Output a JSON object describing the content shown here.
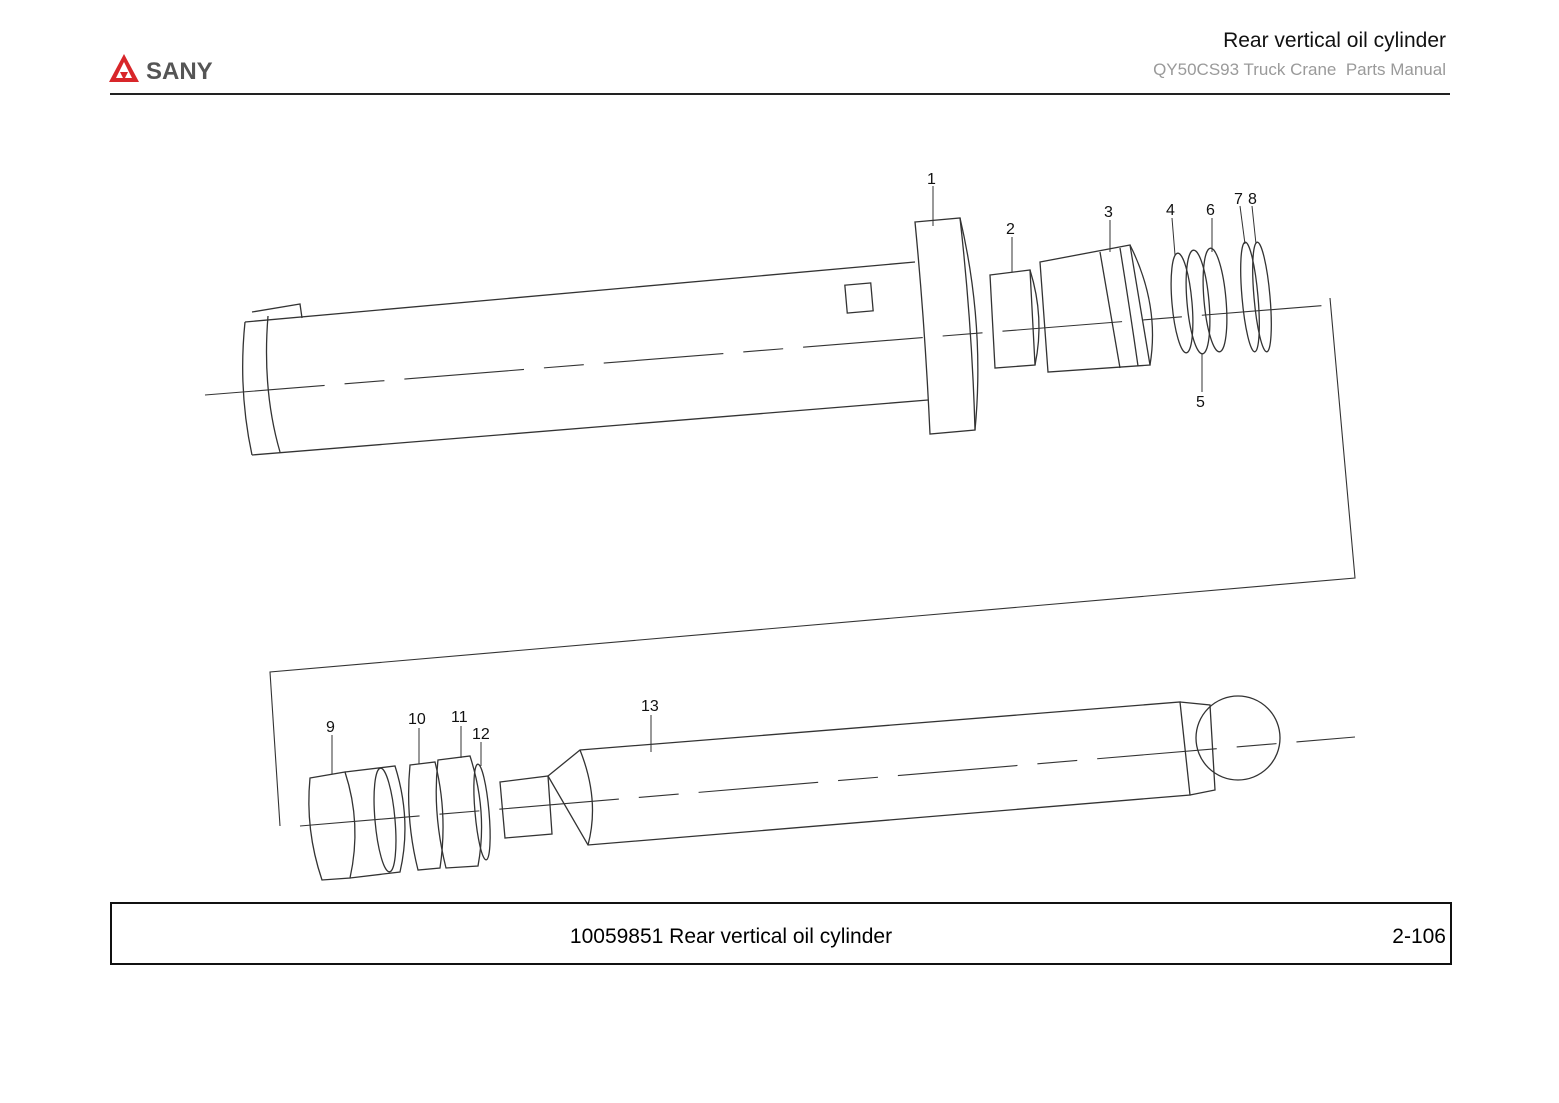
{
  "header": {
    "logo_text": "SANY",
    "title": "Rear vertical oil cylinder",
    "subtitle": "QY50CS93 Truck Crane  Parts Manual"
  },
  "diagram": {
    "callouts": [
      "1",
      "2",
      "3",
      "4",
      "5",
      "6",
      "7",
      "8",
      "9",
      "10",
      "11",
      "12",
      "13"
    ]
  },
  "footer": {
    "caption": "10059851 Rear vertical oil cylinder",
    "page_number": "2-106"
  },
  "colors": {
    "brand_red": "#d8262a",
    "line": "#222222"
  },
  "icons": {
    "logo": "sany-logo-icon"
  }
}
